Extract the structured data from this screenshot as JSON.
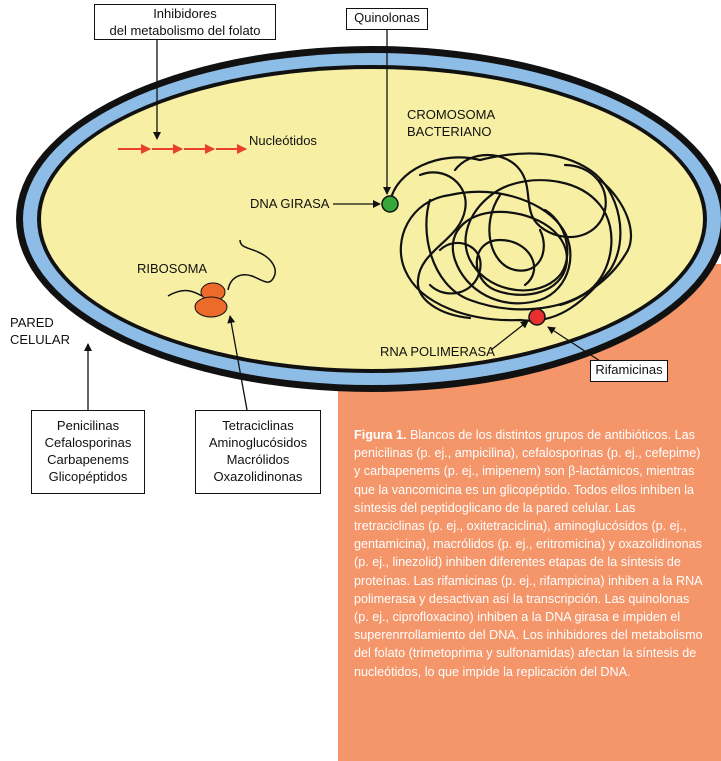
{
  "labels": {
    "folate_inhibitors": [
      "Inhibidores",
      "del metabolismo del folato"
    ],
    "quinolones": "Quinolonas",
    "nucleotides": "Nucleótidos",
    "chromosome": [
      "CROMOSOMA",
      "BACTERIANO"
    ],
    "dna_gyrase": "DNA GIRASA",
    "ribosome": "RIBOSOMA",
    "cell_wall": [
      "PARED",
      "CELULAR"
    ],
    "rna_polymerase": "RNA POLIMERASA",
    "rifamycins": "Rifamicinas"
  },
  "boxes": {
    "cell_wall_drugs": [
      "Penicilinas",
      "Cefalosporinas",
      "Carbapenems",
      "Glicopéptidos"
    ],
    "protein_synthesis_drugs": [
      "Tetraciclinas",
      "Aminoglucósidos",
      "Macrólidos",
      "Oxazolidinonas"
    ]
  },
  "caption": {
    "label": "Figura 1.",
    "text": "Blancos de los distintos grupos de antibióticos. Las penicilinas (p. ej., ampicilina), cefalosporinas (p. ej., cefepime) y carbapenems (p. ej., imipenem) son β-lactámicos, mientras que la vancomicina es un glicopéptido. Todos ellos inhiben la síntesis del peptidoglicano de la pared celular. Las tretraciclinas (p. ej., oxitetraciclina), aminoglucósidos (p. ej., gentamicina), macrólidos (p. ej., eritromicina) y oxazolidinonas (p. ej., linezolid) inhiben diferentes etapas de la síntesis de proteínas. Las rifamicinas (p. ej., rifampicina) inhiben a la RNA polimerasa y desactivan así la transcripción. Las quinolonas (p. ej., ciprofloxacino) inhiben a la DNA girasa e impiden el superenrrollamiento del DNA. Los inhibidores del metabolismo del folato (trimetoprima y sulfonamidas) afectan la síntesis de nucleótidos, lo que impide la replicación del DNA."
  },
  "colors": {
    "cytoplasm": "#f7f0a4",
    "wall_blue": "#8dbde6",
    "outline": "#111111",
    "panel": "#f4956a",
    "arrow_red": "#e8402a",
    "ribosome": "#ec6a2a",
    "gyrase_dot": "#36a83a",
    "polymerase_dot": "#e83030"
  }
}
